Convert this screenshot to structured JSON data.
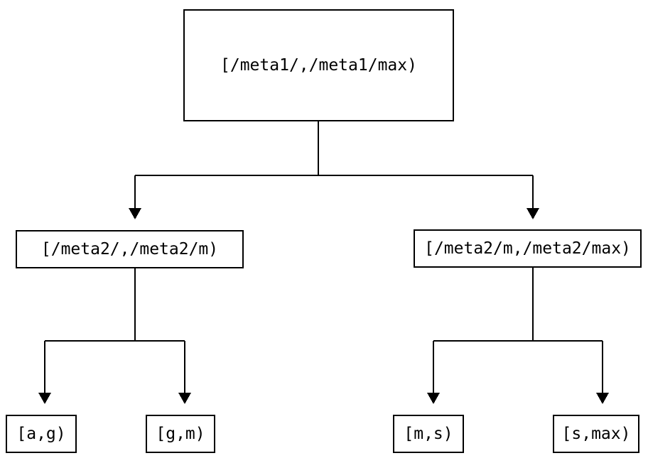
{
  "diagram": {
    "type": "tree",
    "background_color": "#ffffff",
    "line_color": "#000000",
    "box_border_color": "#000000",
    "text_color": "#000000",
    "nodes": {
      "root": {
        "label": "[/meta1/,/meta1/max)"
      },
      "left": {
        "label": "[/meta2/,/meta2/m)"
      },
      "right": {
        "label": "[/meta2/m,/meta2/max)"
      },
      "leaf_ag": {
        "label": "[a,g)"
      },
      "leaf_gm": {
        "label": "[g,m)"
      },
      "leaf_ms": {
        "label": "[m,s)"
      },
      "leaf_smax": {
        "label": "[s,max)"
      }
    },
    "edges": [
      {
        "from": "root",
        "to": "left"
      },
      {
        "from": "root",
        "to": "right"
      },
      {
        "from": "left",
        "to": "leaf_ag"
      },
      {
        "from": "left",
        "to": "leaf_gm"
      },
      {
        "from": "right",
        "to": "leaf_ms"
      },
      {
        "from": "right",
        "to": "leaf_smax"
      }
    ]
  }
}
